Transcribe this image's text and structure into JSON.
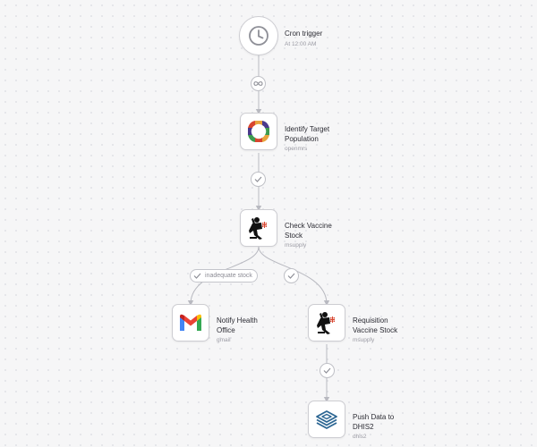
{
  "workflow": {
    "nodes": [
      {
        "id": "trigger",
        "title": "Cron trigger",
        "subtitle": "At 12:00 AM",
        "icon": "clock-icon"
      },
      {
        "id": "identify",
        "title": "Identify Target Population",
        "subtitle": "openmrs",
        "icon": "openmrs-logo-icon"
      },
      {
        "id": "check",
        "title": "Check Vaccine Stock",
        "subtitle": "msupply",
        "icon": "msupply-logo-icon"
      },
      {
        "id": "notify",
        "title": "Notify Health Office",
        "subtitle": "gmail",
        "icon": "gmail-logo-icon"
      },
      {
        "id": "requisition",
        "title": "Requisition Vaccine Stock",
        "subtitle": "msupply",
        "icon": "msupply-logo-icon"
      },
      {
        "id": "push",
        "title": "Push Data to DHIS2",
        "subtitle": "dhis2",
        "icon": "dhis2-logo-icon"
      }
    ],
    "edges": [
      {
        "from": "trigger",
        "to": "identify",
        "badge": "infinity-icon"
      },
      {
        "from": "identify",
        "to": "check",
        "badge": "check-icon"
      },
      {
        "from": "check",
        "to": "notify",
        "badge": "check-icon",
        "condition": "inadequate stock"
      },
      {
        "from": "check",
        "to": "requisition",
        "badge": "check-icon"
      },
      {
        "from": "requisition",
        "to": "push",
        "badge": "check-icon"
      }
    ]
  },
  "colors": {
    "canvas": "#f6f6f7",
    "edge": "#b8b9c0",
    "node_border": "#cdcdd2",
    "openmrs": [
      "#e8a33d",
      "#d8452f",
      "#3e9b4f",
      "#4a3a8c"
    ],
    "gmail": [
      "#ea4335",
      "#4285f4",
      "#34a853",
      "#fbbc04",
      "#c5221f"
    ],
    "dhis2": "#2c6693"
  }
}
